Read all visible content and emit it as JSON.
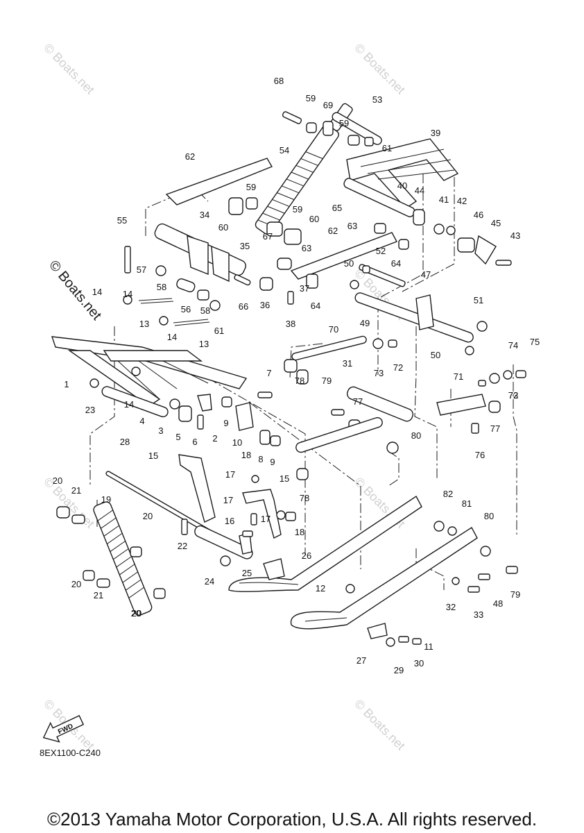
{
  "callouts": [
    "1",
    "2",
    "3",
    "4",
    "5",
    "6",
    "7",
    "8",
    "9",
    "9",
    "10",
    "11",
    "12",
    "13",
    "13",
    "14",
    "14",
    "14",
    "14",
    "15",
    "15",
    "16",
    "17",
    "17",
    "17",
    "18",
    "18",
    "19",
    "20",
    "20",
    "20",
    "20",
    "20",
    "21",
    "21",
    "22",
    "23",
    "24",
    "25",
    "26",
    "27",
    "28",
    "29",
    "30",
    "31",
    "32",
    "33",
    "34",
    "35",
    "36",
    "37",
    "38",
    "39",
    "40",
    "41",
    "42",
    "43",
    "44",
    "45",
    "46",
    "47",
    "48",
    "49",
    "50",
    "50",
    "51",
    "52",
    "53",
    "54",
    "55",
    "56",
    "57",
    "58",
    "58",
    "59",
    "59",
    "59",
    "59",
    "60",
    "60",
    "61",
    "61",
    "62",
    "62",
    "63",
    "63",
    "64",
    "64",
    "65",
    "66",
    "67",
    "68",
    "69",
    "70",
    "71",
    "72",
    "72",
    "73",
    "73",
    "74",
    "75",
    "76",
    "77",
    "77",
    "78",
    "78",
    "79",
    "79",
    "80",
    "80",
    "81",
    "82"
  ],
  "watermark": {
    "diagonal_text": "© Boats.net",
    "side_text": "© Boats.net"
  },
  "fwd_arrow_label": "FWD",
  "diagram_code": "8EX1100-C240",
  "copyright": "©2013 Yamaha Motor Corporation, U.S.A. All rights reserved."
}
